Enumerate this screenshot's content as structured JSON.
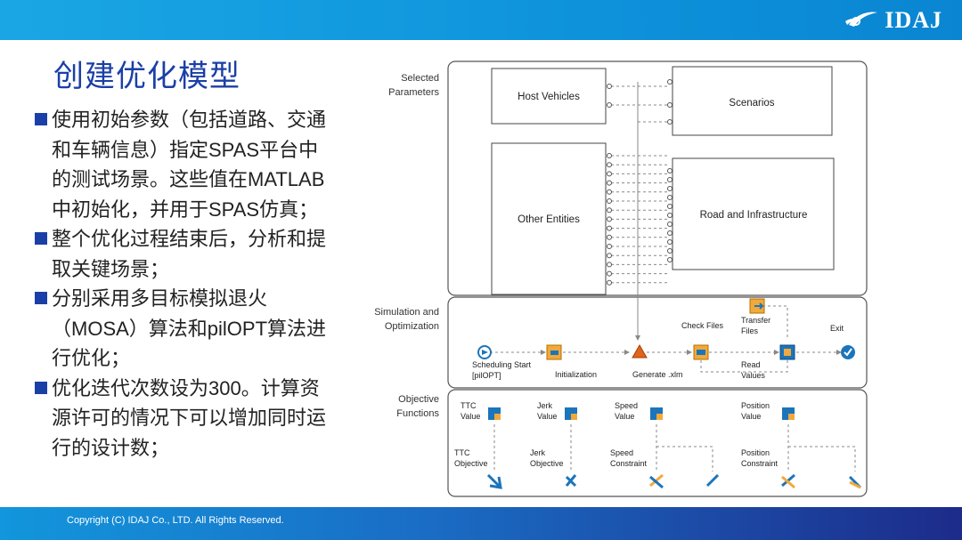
{
  "slide": {
    "title": "创建优化模型",
    "bullets": [
      "使用初始参数（包括道路、交通和车辆信息）指定SPAS平台中的测试场景。这些值在MATLAB中初始化，并用于SPAS仿真；",
      "整个优化过程结束后，分析和提取关键场景；",
      "分别采用多目标模拟退火（MOSA）算法和pilOPT算法进行优化；",
      " 优化迭代次数设为300。计算资源许可的情况下可以增加同时运行的设计数；"
    ],
    "copyright": "Copyright (C)  IDAJ Co., LTD. All Rights Reserved.",
    "logo_text": "IDAJ",
    "colors": {
      "accent": "#1a3fa6",
      "topbar": "#1aa6e4"
    }
  },
  "diagram": {
    "sections": {
      "selected_parameters": [
        "Selected",
        "Parameters"
      ],
      "simulation_optimization": [
        "Simulation and",
        "Optimization"
      ],
      "objective_functions": [
        "Objective",
        "Functions"
      ]
    },
    "boxes": {
      "host_vehicles": "Host Vehicles",
      "scenarios": "Scenarios",
      "other_entities": "Other Entities",
      "road_infrastructure": "Road and Infrastructure"
    },
    "nodes": {
      "scheduling_start": [
        "Scheduling Start",
        "[pilOPT]"
      ],
      "initialization": "Initialization",
      "generate_xlm": "Generate .xlm",
      "check_files": "Check Files",
      "transfer_files": [
        "Transfer",
        "Files"
      ],
      "read_values": [
        "Read",
        "Values"
      ],
      "exit": "Exit"
    },
    "objectives": {
      "ttc_value": [
        "TTC",
        "Value"
      ],
      "jerk_value": [
        "Jerk",
        "Value"
      ],
      "speed_value": [
        "Speed",
        "Value"
      ],
      "position_value": [
        "Position",
        "Value"
      ],
      "ttc_objective": [
        "TTC",
        "Objective"
      ],
      "jerk_objective": [
        "Jerk",
        "Objective"
      ],
      "speed_constraint": [
        "Speed",
        "Constraint"
      ],
      "position_constraint": [
        "Position",
        "Constraint"
      ]
    }
  }
}
